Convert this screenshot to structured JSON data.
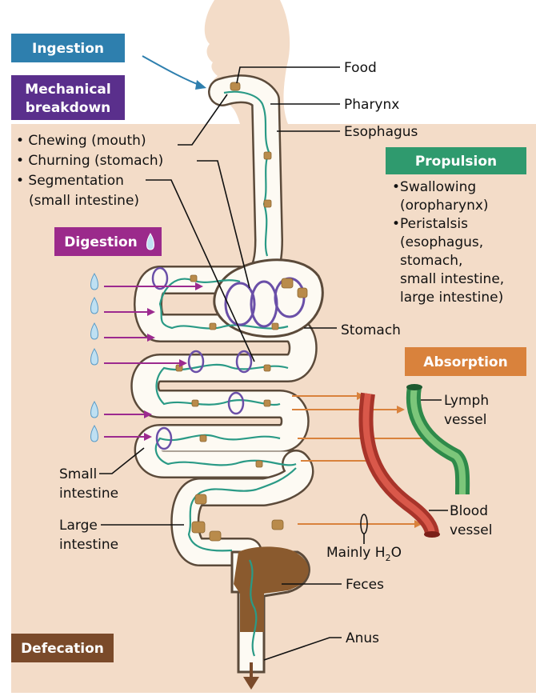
{
  "colors": {
    "ingestion": "#2e7fae",
    "mechanical": "#5a2f8c",
    "digestion": "#9b2a8b",
    "propulsion": "#2f9a6e",
    "absorption": "#d9823c",
    "defecation": "#7a4a2a",
    "body_bg": "#f3dcc8"
  },
  "boxes": {
    "ingestion": "Ingestion",
    "mechanical_1": "Mechanical",
    "mechanical_2": "breakdown",
    "digestion": "Digestion",
    "propulsion": "Propulsion",
    "absorption": "Absorption",
    "defecation": "Defecation"
  },
  "mechanical_list": [
    "• Chewing (mouth)",
    "• Churning (stomach)",
    "• Segmentation",
    "(small intestine)"
  ],
  "propulsion_list": [
    "•Swallowing",
    "(oropharynx)",
    "•Peristalsis",
    "(esophagus,",
    "stomach,",
    "small intestine,",
    "large intestine)"
  ],
  "labels": {
    "food": "Food",
    "pharynx": "Pharynx",
    "esophagus": "Esophagus",
    "stomach": "Stomach",
    "lymph_1": "Lymph",
    "lymph_2": "vessel",
    "small_1": "Small",
    "small_2": "intestine",
    "large_1": "Large",
    "large_2": "intestine",
    "blood_1": "Blood",
    "blood_2": "vessel",
    "mainly": "Mainly H",
    "mainly_sub": "2",
    "mainly_end": "O",
    "feces": "Feces",
    "anus": "Anus"
  }
}
